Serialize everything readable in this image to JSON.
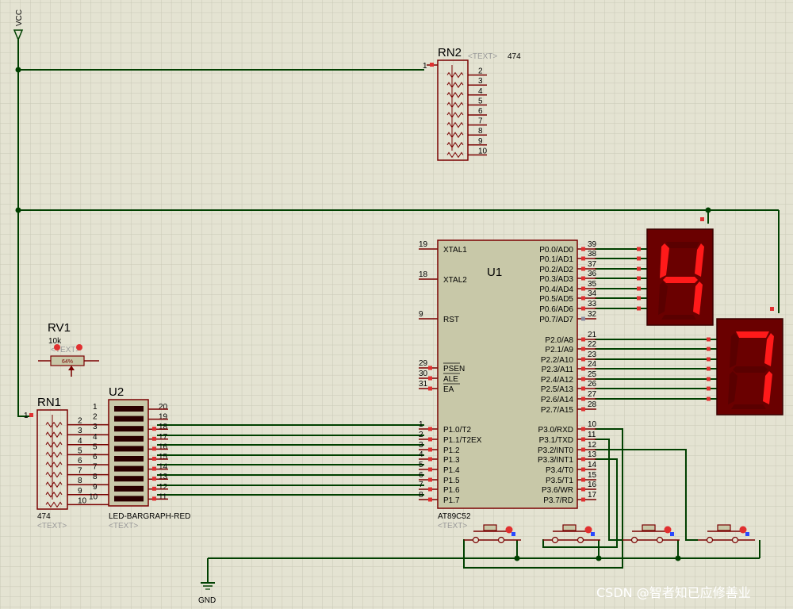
{
  "colors": {
    "background": "#e4e3d2",
    "grid": "#c9c8b6",
    "wire": "#004000",
    "component": "#7a0000",
    "body": "#c8c8a8",
    "pin_marker": "#e03030",
    "segment_on": "#ff1a1a",
    "segment_off": "#5a0000",
    "display_body": "#6a0000",
    "junction": "#004000",
    "watermark": "#ffffff"
  },
  "power": {
    "vcc_label": "VCC",
    "gnd_label": "GND"
  },
  "rn2": {
    "ref": "RN2",
    "text": "<TEXT>",
    "value": "474",
    "pins": [
      "1",
      "2",
      "3",
      "4",
      "5",
      "6",
      "7",
      "8",
      "9",
      "10"
    ]
  },
  "rn1": {
    "ref": "RN1",
    "value": "474",
    "text": "<TEXT>",
    "pins": [
      "1",
      "2",
      "3",
      "4",
      "5",
      "6",
      "7",
      "8",
      "9",
      "10"
    ]
  },
  "rv1": {
    "ref": "RV1",
    "value": "10k",
    "text": "<TEXT>",
    "wiper": "64%"
  },
  "u2": {
    "ref": "U2",
    "part": "LED-BARGRAPH-RED",
    "text": "<TEXT>",
    "left_pins": [
      "1",
      "2",
      "3",
      "4",
      "5",
      "6",
      "7",
      "8",
      "9",
      "10"
    ],
    "right_pins": [
      "20",
      "19",
      "18",
      "17",
      "16",
      "15",
      "14",
      "13",
      "12",
      "11"
    ]
  },
  "u1": {
    "ref": "U1",
    "part": "AT89C52",
    "text": "<TEXT>",
    "left_pins": [
      {
        "num": "19",
        "name": "XTAL1"
      },
      {
        "num": "18",
        "name": "XTAL2"
      },
      {
        "num": "9",
        "name": "RST"
      },
      {
        "num": "29",
        "name": "PSEN"
      },
      {
        "num": "30",
        "name": "ALE"
      },
      {
        "num": "31",
        "name": "EA"
      },
      {
        "num": "1",
        "name": "P1.0/T2"
      },
      {
        "num": "2",
        "name": "P1.1/T2EX"
      },
      {
        "num": "3",
        "name": "P1.2"
      },
      {
        "num": "4",
        "name": "P1.3"
      },
      {
        "num": "5",
        "name": "P1.4"
      },
      {
        "num": "6",
        "name": "P1.5"
      },
      {
        "num": "7",
        "name": "P1.6"
      },
      {
        "num": "8",
        "name": "P1.7"
      }
    ],
    "right_pins": [
      {
        "num": "39",
        "name": "P0.0/AD0"
      },
      {
        "num": "38",
        "name": "P0.1/AD1"
      },
      {
        "num": "37",
        "name": "P0.2/AD2"
      },
      {
        "num": "36",
        "name": "P0.3/AD3"
      },
      {
        "num": "35",
        "name": "P0.4/AD4"
      },
      {
        "num": "34",
        "name": "P0.5/AD5"
      },
      {
        "num": "33",
        "name": "P0.6/AD6"
      },
      {
        "num": "32",
        "name": "P0.7/AD7"
      },
      {
        "num": "21",
        "name": "P2.0/A8"
      },
      {
        "num": "22",
        "name": "P2.1/A9"
      },
      {
        "num": "23",
        "name": "P2.2/A10"
      },
      {
        "num": "24",
        "name": "P2.3/A11"
      },
      {
        "num": "25",
        "name": "P2.4/A12"
      },
      {
        "num": "26",
        "name": "P2.5/A13"
      },
      {
        "num": "27",
        "name": "P2.6/A14"
      },
      {
        "num": "28",
        "name": "P2.7/A15"
      },
      {
        "num": "10",
        "name": "P3.0/RXD"
      },
      {
        "num": "11",
        "name": "P3.1/TXD"
      },
      {
        "num": "12",
        "name": "P3.2/INT0"
      },
      {
        "num": "13",
        "name": "P3.3/INT1"
      },
      {
        "num": "14",
        "name": "P3.4/T0"
      },
      {
        "num": "15",
        "name": "P3.5/T1"
      },
      {
        "num": "16",
        "name": "P3.6/WR"
      },
      {
        "num": "17",
        "name": "P3.7/RD"
      }
    ]
  },
  "display1": {
    "digit": "4",
    "segments_on": [
      "b",
      "c",
      "f",
      "g"
    ]
  },
  "display2": {
    "digit": "7",
    "segments_on": [
      "a",
      "b",
      "c"
    ]
  },
  "watermark": "CSDN @智者知已应修善业"
}
